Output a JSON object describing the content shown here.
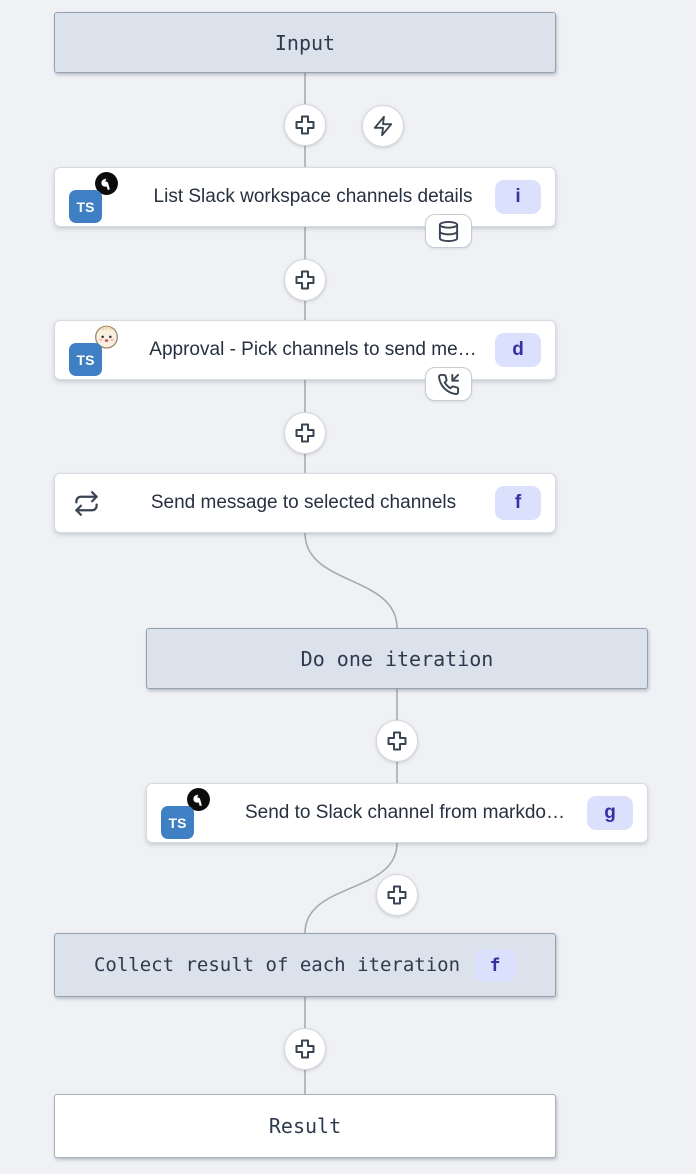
{
  "flow": {
    "input": {
      "label": "Input"
    },
    "steps": [
      {
        "label": "List Slack workspace channels details",
        "badge": "i",
        "runtime": "deno",
        "attachment": "database"
      },
      {
        "label": "Approval - Pick channels to send me…",
        "badge": "d",
        "runtime": "bun",
        "attachment": "phone-incoming"
      },
      {
        "label": "Send message to selected channels",
        "badge": "f",
        "kind": "forloop"
      },
      {
        "label": "Send to Slack channel from markdo…",
        "badge": "g",
        "runtime": "deno"
      }
    ],
    "loop": {
      "do_label": "Do one iteration",
      "collect_label": "Collect result of each iteration",
      "collect_badge": "f"
    },
    "result": {
      "label": "Result"
    }
  },
  "language": {
    "ts_label": "TS"
  },
  "colors": {
    "canvas_bg": "#eff1f4",
    "connector": "#a6abb3",
    "header_box_bg": "#dbe2eb",
    "header_box_border": "#96a1af",
    "node_bg": "#ffffff",
    "node_border": "#d6dae1",
    "badge_bg": "#dbe1fc",
    "badge_text": "#3730a3",
    "icon_color": "#3a4453",
    "typescript_blue": "#3f7fc4"
  },
  "icons": [
    "plus-icon",
    "zap-icon",
    "deno-icon",
    "bun-icon",
    "repeat-icon",
    "database-icon",
    "phone-incoming-icon"
  ]
}
